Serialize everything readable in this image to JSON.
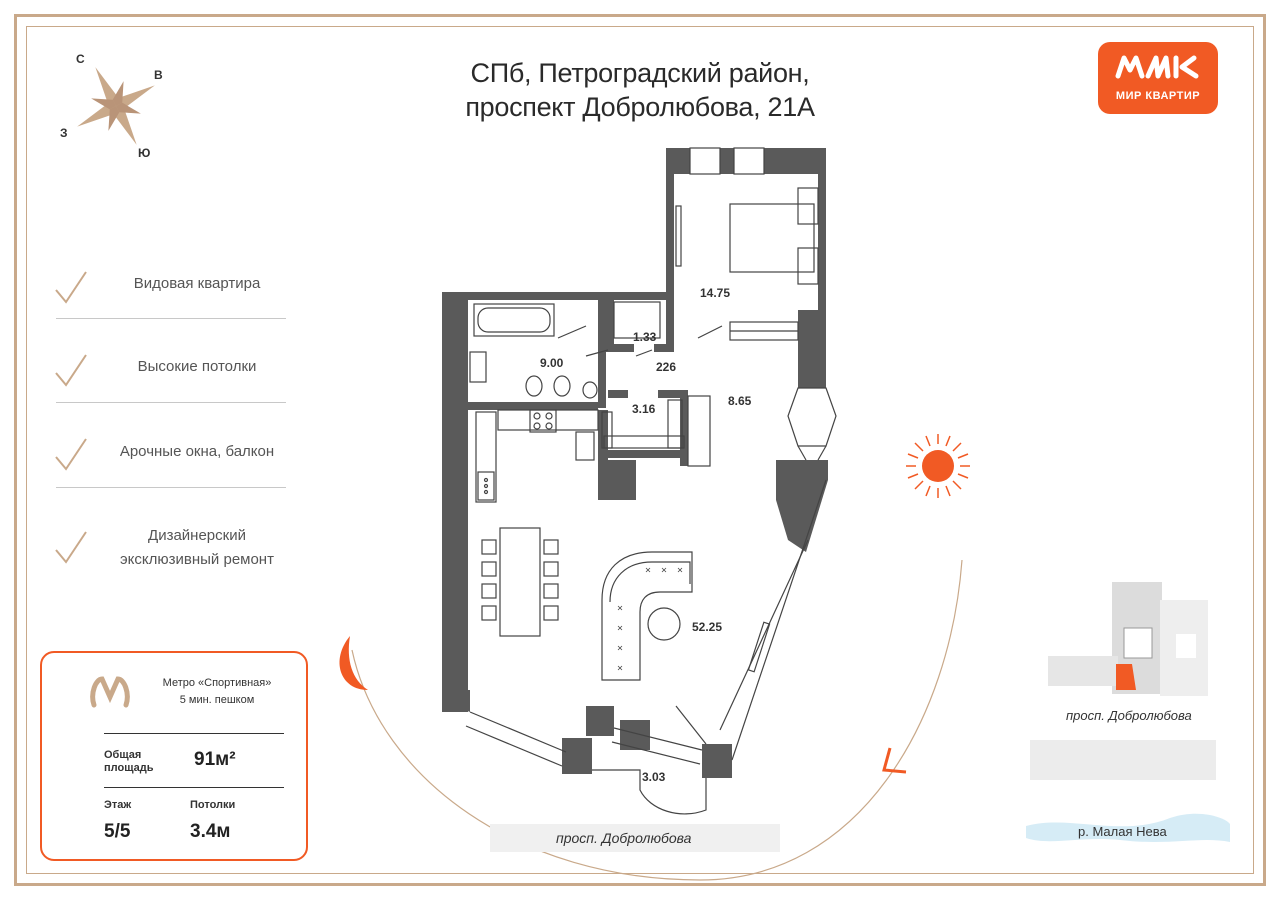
{
  "title": {
    "line1": "СПб, Петроградский район,",
    "line2": "проспект Добролюбова, 21А"
  },
  "logo": {
    "text": "МИР КВАРТИР",
    "color": "#f15a24"
  },
  "compass": {
    "north": "С",
    "east": "В",
    "west": "З",
    "south": "Ю",
    "icon": "compass-rose-icon"
  },
  "features": [
    {
      "label": "Видовая квартира"
    },
    {
      "label": "Высокие потолки"
    },
    {
      "label": "Арочные окна, балкон"
    },
    {
      "label_line1": "Дизайнерский",
      "label_line2": "эксклюзивный ремонт"
    }
  ],
  "info": {
    "metro_name": "Метро «Спортивная»",
    "metro_walk": "5 мин. пешком",
    "area_label_line1": "Общая",
    "area_label_line2": "площадь",
    "area_value": "91м²",
    "floor_label": "Этаж",
    "floor_value": "5/5",
    "ceiling_label": "Потолки",
    "ceiling_value": "3.4м"
  },
  "rooms": {
    "bedroom": "14.75",
    "bathroom": "9.00",
    "wc": "1.33",
    "hall": "226",
    "closet": "3.16",
    "corridor": "8.65",
    "living": "52.25",
    "balcony": "3.03"
  },
  "street_bottom": "просп. Добролюбова",
  "map": {
    "street": "просп. Добролюбова",
    "river": "р. Малая Нева"
  },
  "colors": {
    "accent": "#f15a24",
    "frame": "#c9a98a",
    "wall": "#555555"
  }
}
